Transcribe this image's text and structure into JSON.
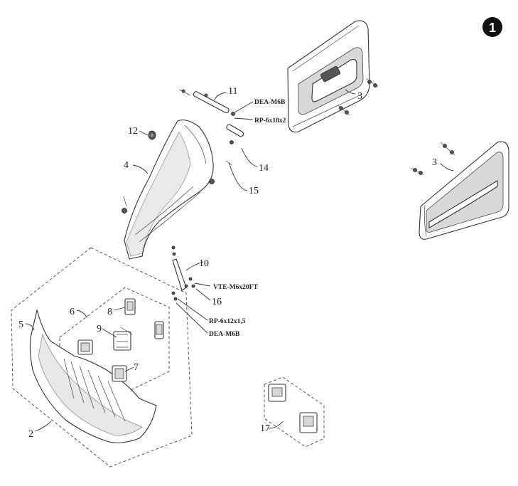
{
  "diagram": {
    "badge": "1",
    "callouts": {
      "c2": "2",
      "c3a": "3",
      "c3b": "3",
      "c4": "4",
      "c5": "5",
      "c6": "6",
      "c7": "7",
      "c8": "8",
      "c9": "9",
      "c10": "10",
      "c11": "11",
      "c12": "12",
      "c14": "14",
      "c15": "15",
      "c16": "16",
      "c17": "17",
      "dea_top": "DEA-M6B",
      "rp_top": "RP-6x18x2",
      "vte": "VTE-M6x20FT",
      "rp_bottom": "RP-6x12x1,5",
      "dea_bottom": "DEA-M6B"
    }
  }
}
